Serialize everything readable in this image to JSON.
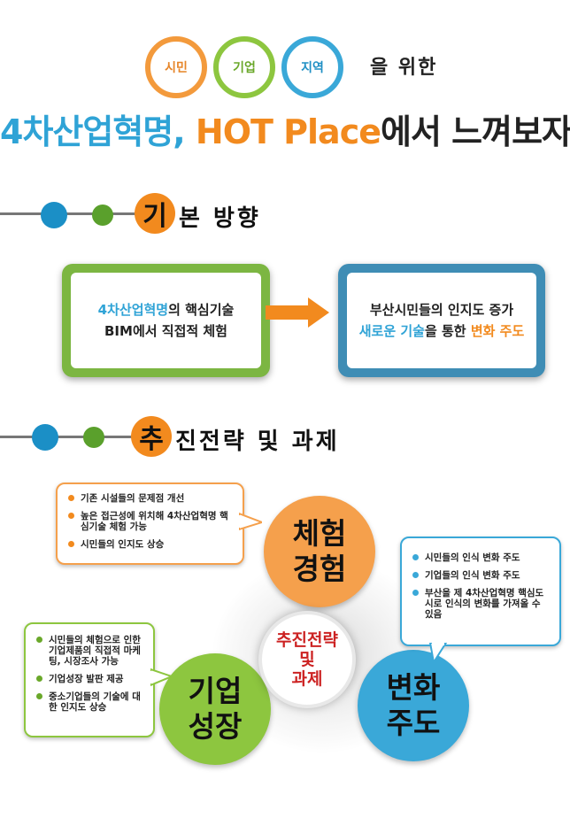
{
  "header": {
    "circles": [
      "시민",
      "기업",
      "지역"
    ],
    "for_text": "을 위한",
    "headline_a": "4차산업혁명,",
    "headline_b": "HOT Place",
    "headline_c": "에서 느껴보자!"
  },
  "section1": {
    "badge": "기",
    "title": "본 방향"
  },
  "basic_direction": {
    "left_line1_a": "4차산업혁명",
    "left_line1_b": "의 핵심기술",
    "left_line2": "BIM에서 직접적 체험",
    "right_line1": "부산시민들의 인지도 증가",
    "right_line2_a": "새로운 기술",
    "right_line2_b": "을 통한 ",
    "right_line2_c": "변화 주도"
  },
  "section2": {
    "badge": "추",
    "title": "진전략 및 과제"
  },
  "strategy": {
    "center_line1": "추진전략",
    "center_line2": "및",
    "center_line3": "과제",
    "experience_line1": "체험",
    "experience_line2": "경험",
    "growth_line1": "기업",
    "growth_line2": "성장",
    "change_line1": "변화",
    "change_line2": "주도",
    "orange_items": [
      "기존 시설들의 문제점 개선",
      "높은 접근성에 위치해 4차산업혁명 핵심기술 체험 가능",
      "시민들의 인지도 상승"
    ],
    "blue_items": [
      "시민들의 인식 변화 주도",
      "기업들의 인식 변화 주도",
      "부산을 제 4차산업혁명 핵심도시로 인식의 변화를 가져올 수 있음"
    ],
    "green_items": [
      "시민들의 체험으로 인한 기업제품의 직접적 마케팅, 시장조사 가능",
      "기업성장 발판 제공",
      "중소기업들의 기술에 대한 인지도 상승"
    ]
  },
  "colors": {
    "orange": "#f28a1e",
    "green": "#8dc63f",
    "blue": "#3aa8d8",
    "red_text": "#cc2222"
  }
}
